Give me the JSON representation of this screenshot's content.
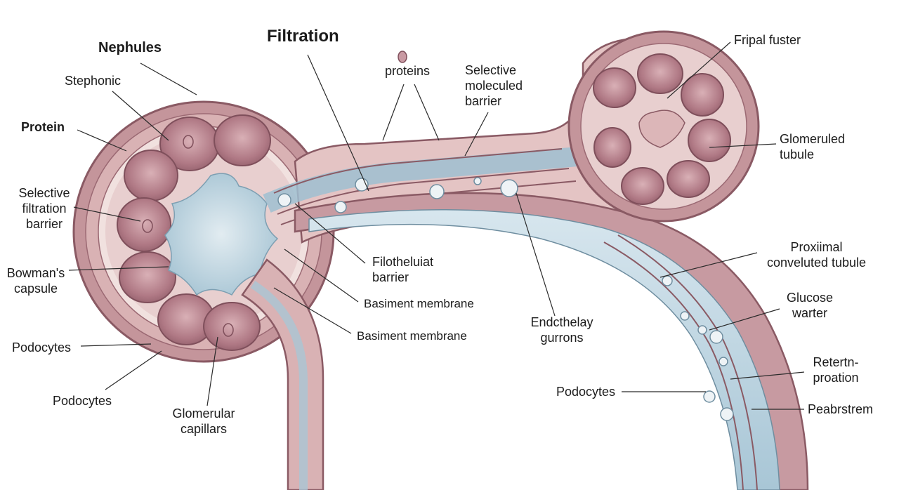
{
  "diagram": {
    "labels": {
      "nephules": "Nephules",
      "filtration": "Filtration",
      "stephonic": "Stephonic",
      "protein": "Protein",
      "selective_filtration_barrier": [
        "Selective",
        "filtration",
        "barrier"
      ],
      "bowmans_capsule": [
        "Bowman's",
        "capsule"
      ],
      "podocytes_1": "Podocytes",
      "podocytes_2": "Podocytes",
      "glomerular_capillars": [
        "Glomerular",
        "capillars"
      ],
      "proteins": "proteins",
      "selective_moleculed_barrier": [
        "Selective",
        "moleculed",
        "barrier"
      ],
      "filotheluiat_barrier": [
        "Filotheluiat",
        "barrier"
      ],
      "basiment_membrane_1": "Basiment membrane",
      "basiment_membrane_2": "Basiment membrane",
      "endcthelay_gurrons": [
        "Endcthelay",
        "gurrons"
      ],
      "podocytes_3": "Podocytes",
      "fripal_fuster": "Fripal fuster",
      "glomeruled_tubule": [
        "Glomeruled",
        "tubule"
      ],
      "proximal_convoluted_tubule": [
        "Proxiimal",
        "conveluted tubule"
      ],
      "glucose_warter": [
        "Glucose",
        "warter"
      ],
      "reterin_proation": [
        "Retertn-",
        "proation"
      ],
      "peabrstrem": "Peabrstrem"
    },
    "colors": {
      "capsule_outer": "#c9959c",
      "capsule_edge": "#8e5c66",
      "capsule_wall": "#dcb7b7",
      "lobe_fill": "#b8828c",
      "lobe_dark": "#9d6572",
      "lumen_blue": "#b5cfdc",
      "lumen_light": "#d8e6ee",
      "tubule_pink": "#e3c3c3",
      "leader": "#2a2a2a"
    }
  }
}
